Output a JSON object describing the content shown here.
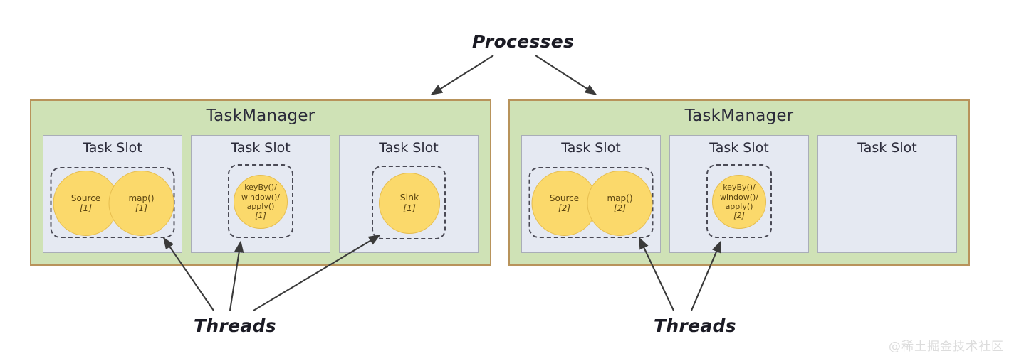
{
  "diagram": {
    "annotations": {
      "processes": "Processes",
      "threads_left": "Threads",
      "threads_right": "Threads"
    },
    "watermark": "@稀土掘金技术社区",
    "colors": {
      "taskmanager_fill": "#cfe2b6",
      "taskmanager_border": "#b8935b",
      "taskslot_fill": "#e5e9f2",
      "taskslot_border": "#a9adb8",
      "operator_fill": "#fbd96b",
      "operator_text": "#5a4410",
      "arrow": "#3a3a3a",
      "watermark": "#dcdcdc"
    },
    "taskmanagers": [
      {
        "title": "TaskManager",
        "slots": [
          {
            "title": "Task Slot",
            "group": "pair",
            "operators": [
              {
                "name": "Source",
                "index": "[1]"
              },
              {
                "name": "map()",
                "index": "[1]"
              }
            ]
          },
          {
            "title": "Task Slot",
            "group": "single",
            "operators": [
              {
                "name": "keyBy()/\nwindow()/\napply()",
                "index": "[1]"
              }
            ]
          },
          {
            "title": "Task Slot",
            "group": "single-sink",
            "operators": [
              {
                "name": "Sink",
                "index": "[1]"
              }
            ]
          }
        ]
      },
      {
        "title": "TaskManager",
        "slots": [
          {
            "title": "Task Slot",
            "group": "pair",
            "operators": [
              {
                "name": "Source",
                "index": "[2]"
              },
              {
                "name": "map()",
                "index": "[2]"
              }
            ]
          },
          {
            "title": "Task Slot",
            "group": "single",
            "operators": [
              {
                "name": "keyBy()/\nwindow()/\napply()",
                "index": "[2]"
              }
            ]
          },
          {
            "title": "Task Slot",
            "group": "empty",
            "operators": []
          }
        ]
      }
    ],
    "operator_lines": {
      "keyby_line1": "keyBy()/",
      "keyby_line2": "window()/",
      "keyby_line3": "apply()"
    }
  }
}
